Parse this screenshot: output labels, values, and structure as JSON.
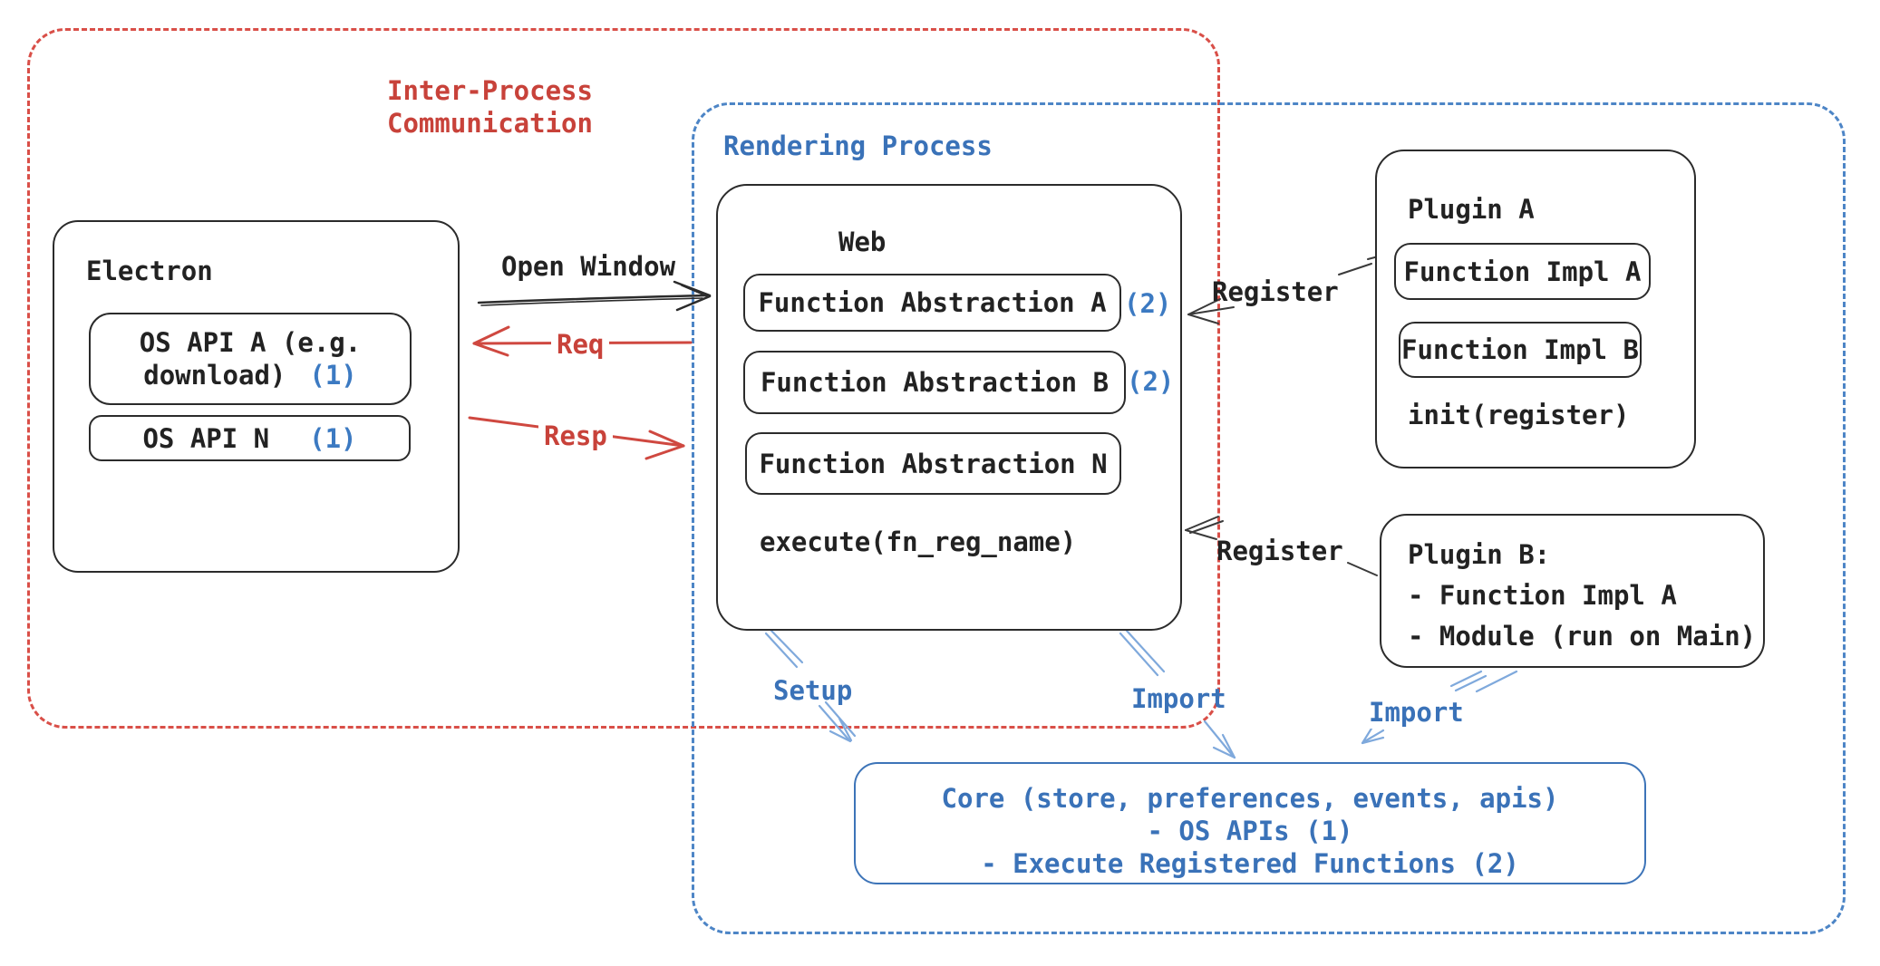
{
  "colors": {
    "black": "#222222",
    "red_text": "#c8423a",
    "red_dash": "#d94f48",
    "red_arrow": "#cf4840",
    "blue_text": "#3a72b8",
    "blue_dash": "#4d85c6",
    "blue_arrow": "#7fa9dc",
    "badge_blue": "#3c7ac2",
    "core_border": "#3d74b8"
  },
  "regions": {
    "ipc": {
      "label_line1": "Inter-Process",
      "label_line2": "Communication"
    },
    "rendering": {
      "label": "Rendering Process"
    }
  },
  "electron": {
    "title": "Electron",
    "os_api_a_line1": "OS API A (e.g.",
    "os_api_a_line2": "download)",
    "os_api_a_badge": "(1)",
    "os_api_n_label": "OS API N",
    "os_api_n_badge": "(1)"
  },
  "web": {
    "title": "Web",
    "fn_abstraction_a": "Function Abstraction A",
    "fn_abstraction_a_badge": "(2)",
    "fn_abstraction_b": "Function Abstraction B",
    "fn_abstraction_b_badge": "(2)",
    "fn_abstraction_n": "Function Abstraction N",
    "execute_label": "execute(fn_reg_name)"
  },
  "plugin_a": {
    "title": "Plugin A",
    "fn_impl_a": "Function Impl A",
    "fn_impl_b": "Function Impl B",
    "init_label": "init(register)"
  },
  "plugin_b": {
    "title": "Plugin B:",
    "item_1": "- Function Impl A",
    "item_2": "- Module (run on Main)"
  },
  "core": {
    "line1": "Core (store, preferences, events, apis)",
    "line2": "- OS APIs (1)",
    "line3": "- Execute Registered Functions (2)"
  },
  "arrow_labels": {
    "open_window": "Open Window",
    "req": "Req",
    "resp": "Resp",
    "register_top": "Register",
    "register_bottom": "Register",
    "setup": "Setup",
    "import_mid": "Import",
    "import_right": "Import"
  }
}
